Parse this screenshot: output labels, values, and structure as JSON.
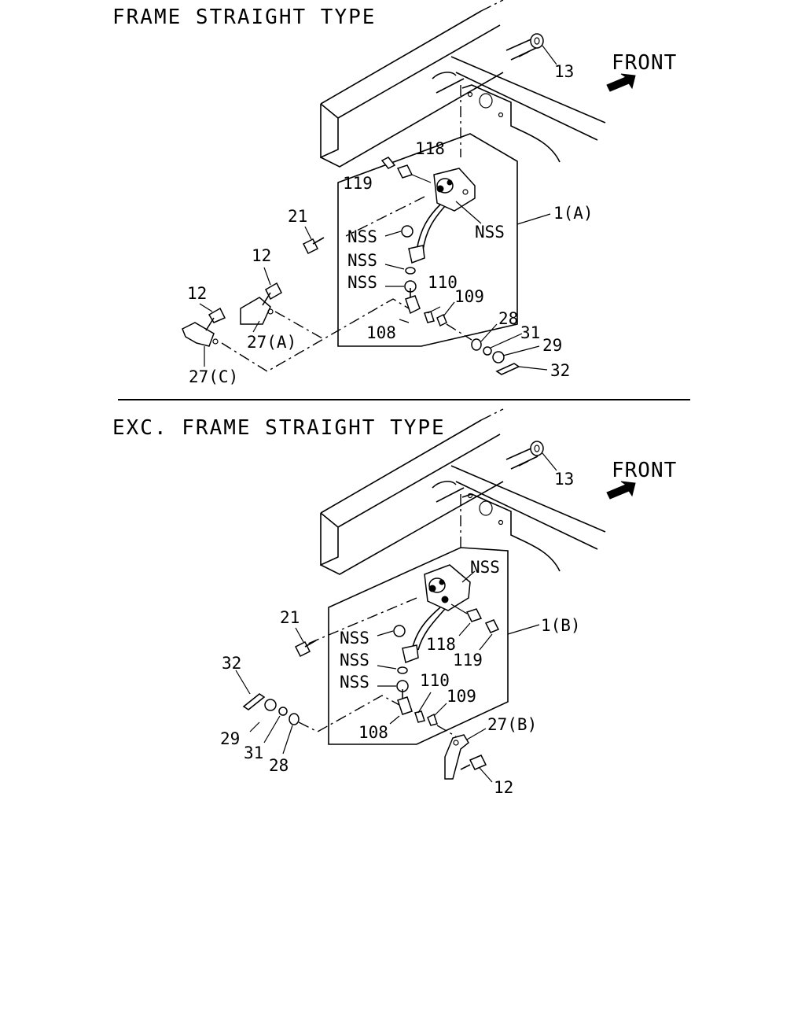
{
  "sections": [
    {
      "title": "FRAME STRAIGHT TYPE",
      "front_label": "FRONT",
      "labels": [
        "13",
        "118",
        "119",
        "21",
        "1(A)",
        "NSS",
        "NSS",
        "NSS",
        "NSS",
        "12",
        "12",
        "110",
        "109",
        "108",
        "27(A)",
        "28",
        "31",
        "29",
        "32",
        "27(C)"
      ]
    },
    {
      "title": "EXC. FRAME STRAIGHT TYPE",
      "front_label": "FRONT",
      "labels": [
        "13",
        "NSS",
        "21",
        "1(B)",
        "NSS",
        "118",
        "NSS",
        "119",
        "NSS",
        "32",
        "110",
        "109",
        "29",
        "27(B)",
        "31",
        "28",
        "108",
        "12"
      ]
    }
  ]
}
